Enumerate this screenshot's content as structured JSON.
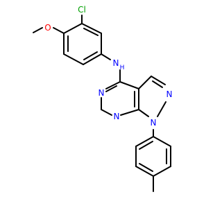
{
  "molecule": {
    "atom_labels": {
      "chlorine": "Cl",
      "oxygen": "O",
      "amine_n": "N",
      "amine_h": "H",
      "ring_n_pyrimidine_upper": "N",
      "ring_n_pyrimidine_lower": "N",
      "ring_n_pyrazole_upper": "N",
      "ring_n_pyrazole_lower": "N"
    },
    "colors": {
      "bond": "#000000",
      "nitrogen": "#0000ff",
      "oxygen": "#ff0000",
      "chlorine": "#00a000",
      "background": "#ffffff"
    }
  }
}
